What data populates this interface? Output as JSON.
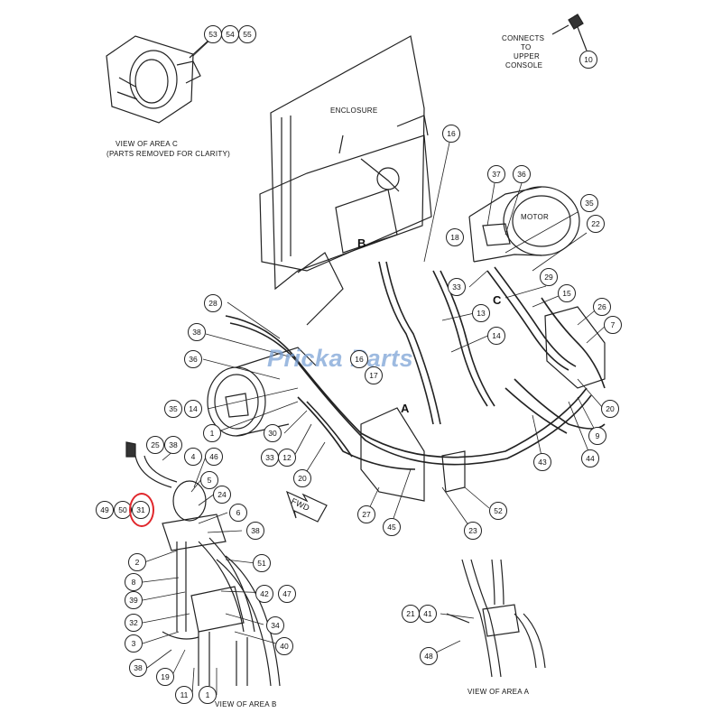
{
  "labels": {
    "view_c_1": "VIEW OF AREA C",
    "view_c_2": "(PARTS REMOVED FOR CLARITY)",
    "connects": [
      "CONNECTS",
      "TO",
      "UPPER",
      "CONSOLE"
    ],
    "enclosure": "ENCLOSURE",
    "motor": "MOTOR",
    "view_b": "VIEW OF AREA B",
    "view_a": "VIEW OF AREA A",
    "fwd": "FWD",
    "area_b": "B",
    "area_c": "C",
    "area_a": "A"
  },
  "watermark": "Pricka Parts",
  "callouts": [
    "53",
    "54",
    "55",
    "10",
    "16",
    "37",
    "36",
    "35",
    "22",
    "18",
    "29",
    "15",
    "26",
    "7",
    "33",
    "13",
    "14",
    "28",
    "38",
    "36",
    "16",
    "17",
    "35",
    "14",
    "1",
    "30",
    "33",
    "12",
    "20",
    "25",
    "38",
    "4",
    "46",
    "5",
    "24",
    "49",
    "50",
    "31",
    "6",
    "38",
    "2",
    "51",
    "8",
    "39",
    "42",
    "47",
    "32",
    "34",
    "3",
    "40",
    "38",
    "19",
    "11",
    "1",
    "43",
    "44",
    "9",
    "20",
    "27",
    "45",
    "52",
    "23",
    "21",
    "41",
    "48"
  ],
  "highlight": {
    "target": "31",
    "color": "#e0262b"
  }
}
